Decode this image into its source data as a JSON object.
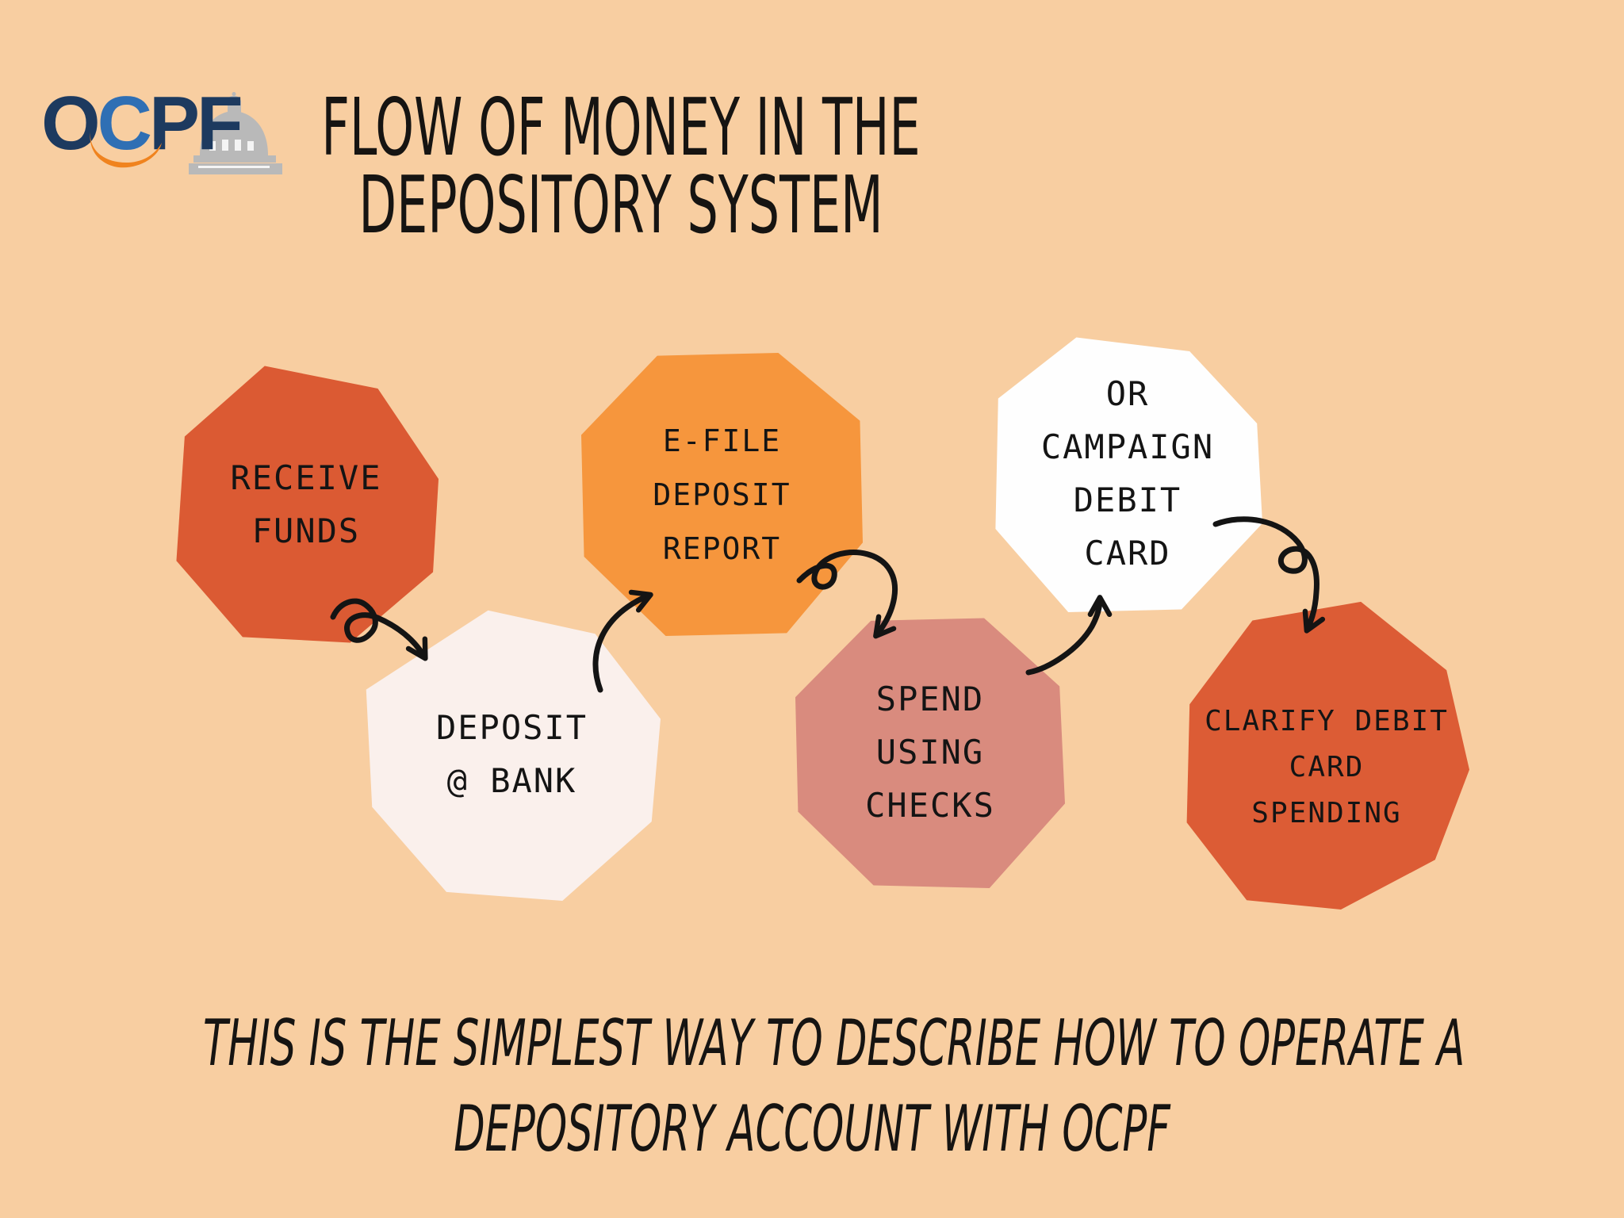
{
  "background_color": "#F8CEA1",
  "logo": {
    "letters": [
      "O",
      "C",
      "P",
      "F"
    ],
    "letter_color": "#1D3A5F",
    "c_color": "#2F6FB4",
    "swoosh_color": "#F0831E",
    "dome_color": "#B9B9B9"
  },
  "title": {
    "lines": [
      "FLOW OF MONEY IN THE",
      "DEPOSITORY SYSTEM"
    ]
  },
  "flow": {
    "arrow_color": "#141414",
    "nodes": [
      {
        "id": "receive-funds",
        "lines": [
          "RECEIVE",
          "FUNDS"
        ],
        "color": "#DB5A33"
      },
      {
        "id": "deposit-at-bank",
        "lines": [
          "DEPOSIT",
          "@ BANK"
        ],
        "color": "#FAF0EC"
      },
      {
        "id": "e-file-deposit-report",
        "lines": [
          "E-FILE",
          "DEPOSIT",
          "REPORT"
        ],
        "color": "#F6963D"
      },
      {
        "id": "spend-using-checks",
        "lines": [
          "SPEND",
          "USING",
          "CHECKS"
        ],
        "color": "#D98B7E"
      },
      {
        "id": "or-campaign-debit-card",
        "lines": [
          "OR",
          "CAMPAIGN",
          "DEBIT",
          "CARD"
        ],
        "color": "#FEFEFE"
      },
      {
        "id": "clarify-debit-card-spending",
        "lines": [
          "CLARIFY DEBIT",
          "CARD",
          "SPENDING"
        ],
        "color": "#DC5C35"
      }
    ]
  },
  "caption": {
    "lines": [
      "THIS IS THE SIMPLEST WAY TO DESCRIBE HOW TO OPERATE A",
      "DEPOSITORY ACCOUNT WITH OCPF"
    ]
  }
}
